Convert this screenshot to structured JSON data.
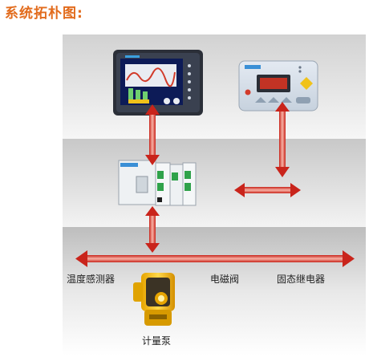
{
  "title": "系统拓朴图:",
  "labels": {
    "temp_sensor": "温度感测器",
    "solenoid_valve": "电磁阀",
    "ssr": "固态继电器",
    "meter_pump": "计量泵"
  },
  "colors": {
    "title": "#e26b1c",
    "arrow_dark": "#c9241b",
    "arrow_light": "#f4a79a",
    "band_top": "#d6d6d6",
    "band_mid": "#cfcfcf",
    "band_bottom": "#c3c3c3"
  }
}
